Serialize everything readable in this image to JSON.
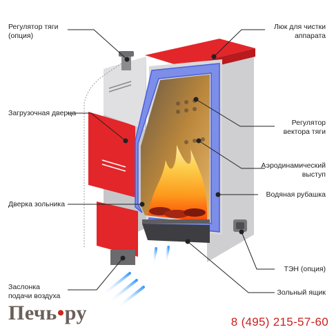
{
  "labels": {
    "draft_regulator": "Регулятор тяги\n(опция)",
    "cleaning_hatch": "Люк для чистки\nаппарата",
    "loading_door": "Загрузочная дверца",
    "draft_vector_regulator": "Регулятор\nвектора тяги",
    "aerodynamic_ledge": "Аэродинамический\nвыступ",
    "water_jacket": "Водяная рубашка",
    "ash_door": "Дверка зольника",
    "heating_element": "ТЭН (опция)",
    "air_damper": "Заслонка\nподачи воздуха",
    "ash_box": "Зольный ящик"
  },
  "brand": {
    "part1": "Печь",
    "part2": "ру",
    "logo_color": "#6b5f5a",
    "accent_color": "#c8271a"
  },
  "phone": "8 (495) 215-57-60",
  "colors": {
    "body_red": "#e3262a",
    "body_gray": "#c9c9cb",
    "water_jacket": "#5b6ee0",
    "flame": "#ff9a1a",
    "airflow": "#4aa8ff"
  }
}
